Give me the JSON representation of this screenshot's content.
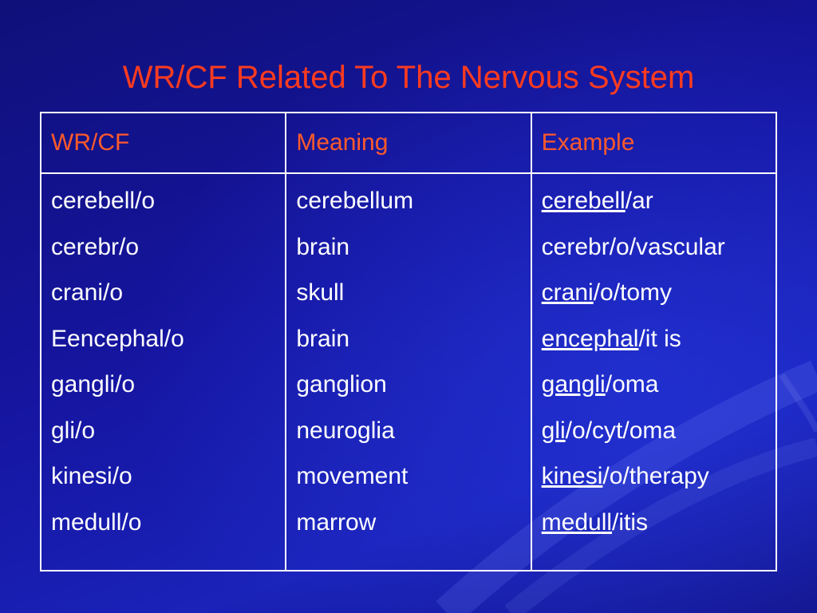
{
  "slide": {
    "title": "WR/CF Related To The Nervous System"
  },
  "colors": {
    "background": "#1515a0",
    "title": "#ff3b1f",
    "header_text": "#ff5a2a",
    "body_text": "#ffffff",
    "border": "#ffffff"
  },
  "table": {
    "headers": [
      "WR/CF",
      "Meaning",
      "Example"
    ],
    "word_roots": [
      "cerebell/o",
      "cerebr/o",
      "crani/o",
      "Eencephal/o",
      "gangli/o",
      "gli/o",
      "kinesi/o",
      "medull/o"
    ],
    "meanings": [
      "cerebellum",
      "brain",
      "skull",
      "brain",
      "ganglion",
      "neuroglia",
      "movement",
      "marrow"
    ],
    "examples": [
      {
        "root": "cerebell",
        "rest": "/ar"
      },
      {
        "root": "",
        "rest": "cerebr/o/vascular"
      },
      {
        "root": "crani",
        "rest": "/o/tomy"
      },
      {
        "root": "encephal",
        "rest": "/it is"
      },
      {
        "root": "gangli",
        "rest": "/oma"
      },
      {
        "root": "gli",
        "rest": "/o/cyt/oma"
      },
      {
        "root": "kinesi",
        "rest": "/o/therapy"
      },
      {
        "root": "medull",
        "rest": "/itis"
      }
    ]
  }
}
